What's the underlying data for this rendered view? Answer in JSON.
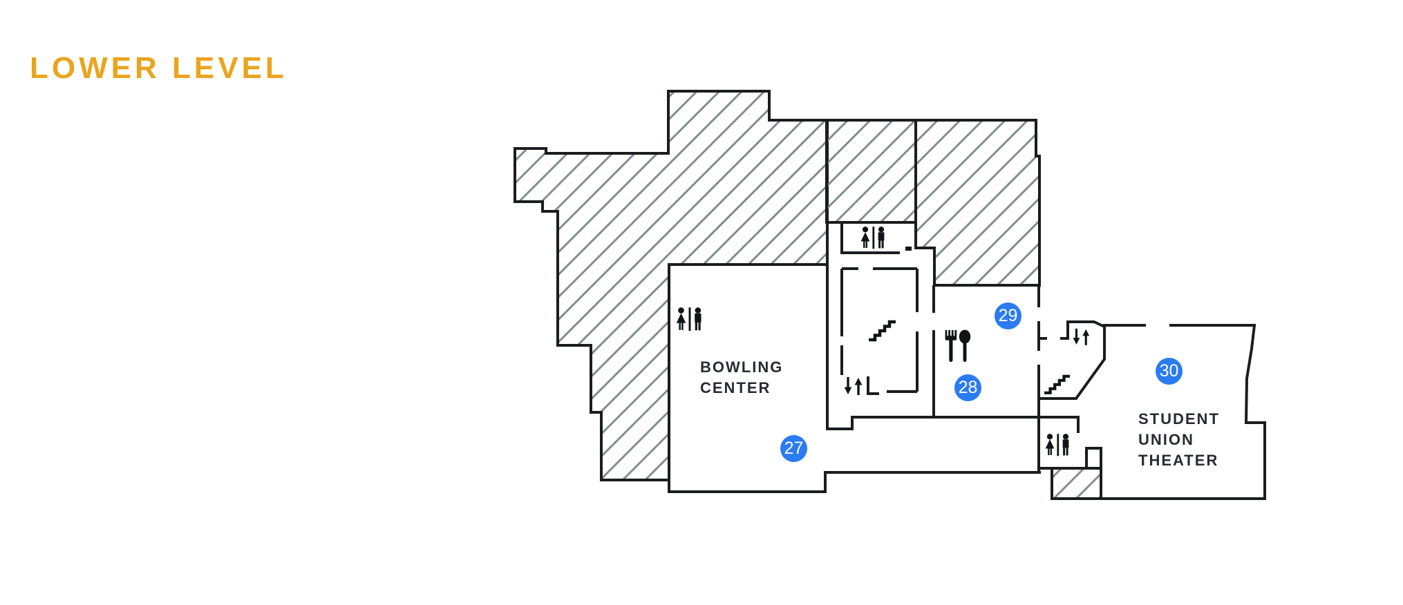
{
  "page_title": "LOWER LEVEL",
  "rooms": {
    "bowling": {
      "lines": [
        "BOWLING",
        "CENTER"
      ]
    },
    "theater": {
      "lines": [
        "STUDENT",
        "UNION",
        "THEATER"
      ]
    }
  },
  "badges": [
    {
      "label": "27"
    },
    {
      "label": "28"
    },
    {
      "label": "29"
    },
    {
      "label": "30"
    }
  ],
  "icons": {
    "restroom": "restroom-icon",
    "dining": "fork-and-spoon-icon",
    "stairs": "stairs-icon",
    "elevator": "up-down-arrows-icon"
  },
  "colors": {
    "accent_gold": "#EAA41E",
    "badge_blue": "#2B7BF1",
    "hatch_line": "#7E8E94",
    "wall": "#1B1C1E",
    "label_text": "#262B33"
  }
}
